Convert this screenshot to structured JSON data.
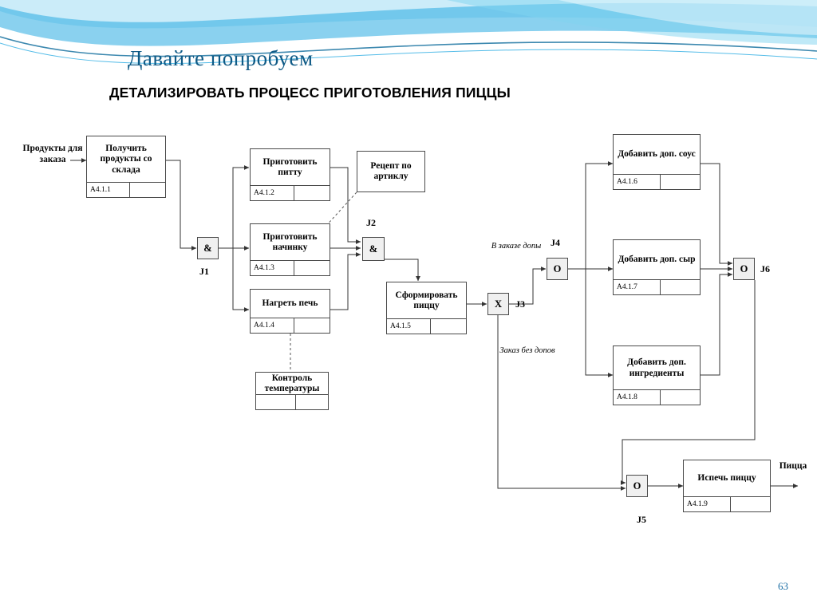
{
  "slide": {
    "title_main": "Давайте попробуем",
    "title_sub": "ДЕТАЛИЗИРОВАТЬ ПРОЦЕСС ПРИГОТОВЛЕНИЯ ПИЦЦЫ",
    "page_number": "63",
    "accent_color": "#0e5a86",
    "deco_colors": [
      "#29abe2",
      "#7fd4f0",
      "#b9e6f7",
      "#0b6a9b"
    ]
  },
  "diagram": {
    "type": "idef3-process-flow",
    "activities": [
      {
        "id": "a111",
        "title": "Получить продукты со склада",
        "code": "A4.1.1"
      },
      {
        "id": "a112",
        "title": "Приготовить питту",
        "code": "A4.1.2"
      },
      {
        "id": "a113",
        "title": "Приготовить начинку",
        "code": "A4.1.3"
      },
      {
        "id": "a114",
        "title": "Нагреть печь",
        "code": "A4.1.4"
      },
      {
        "id": "a115",
        "title": "Сформировать пиццу",
        "code": "A4.1.5"
      },
      {
        "id": "a116",
        "title": "Добавить доп. соус",
        "code": "A4.1.6"
      },
      {
        "id": "a117",
        "title": "Добавить доп. сыр",
        "code": "A4.1.7"
      },
      {
        "id": "a118",
        "title": "Добавить доп. ингредиенты",
        "code": "A4.1.8"
      },
      {
        "id": "a119",
        "title": "Испечь пиццу",
        "code": "A4.1.9"
      }
    ],
    "reference_boxes": [
      {
        "id": "recipe",
        "title": "Рецепт по артиклу"
      },
      {
        "id": "tempctl",
        "title": "Контроль температуры"
      }
    ],
    "junctions": [
      {
        "id": "j1",
        "symbol": "&",
        "label": "J1"
      },
      {
        "id": "j2",
        "symbol": "&",
        "label": "J2"
      },
      {
        "id": "j3",
        "symbol": "X",
        "label": "J3"
      },
      {
        "id": "j4",
        "symbol": "O",
        "label": "J4"
      },
      {
        "id": "j5",
        "symbol": "O",
        "label": "J5"
      },
      {
        "id": "j6",
        "symbol": "O",
        "label": "J6"
      }
    ],
    "flow_labels": [
      {
        "id": "in",
        "text": "Продукты для заказа",
        "style": "bold"
      },
      {
        "id": "with_extras",
        "text": "В заказе допы",
        "style": "italic"
      },
      {
        "id": "no_extras",
        "text": "Заказ без допов",
        "style": "italic"
      },
      {
        "id": "out",
        "text": "Пицца",
        "style": "bold"
      }
    ]
  }
}
